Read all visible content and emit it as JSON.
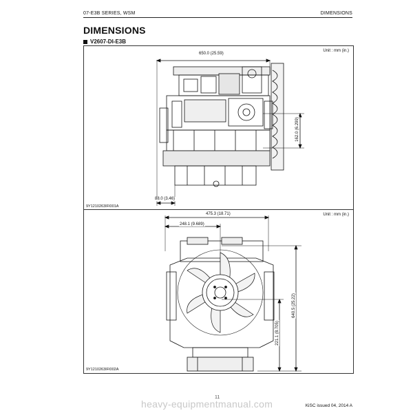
{
  "header": {
    "left": "07-E3B SERIES, WSM",
    "right": "DIMENSIONS"
  },
  "page": {
    "title": "DIMENSIONS",
    "subtitle": "V2607-DI-E3B"
  },
  "panel_side": {
    "unit": "Unit : mm (in.)",
    "dim_width": "650.0 (25.59)",
    "dim_height": "162.0 (6.299)",
    "dim_offset": "88.0 (3.46)",
    "figure_code": "9Y1210263IFI001A"
  },
  "panel_front": {
    "unit": "Unit : mm (in.)",
    "dim_width": "475.3 (18.71)",
    "dim_half": "248.1 (9.689)",
    "dim_height": "640.5 (25.22)",
    "dim_lower": "221.1 (8.705)",
    "figure_code": "9Y1210263IFI002A"
  },
  "footer": {
    "site": "heavy-equipmentmanual.com",
    "page_number": "11",
    "issue": "KiSC issued 04, 2014 A"
  }
}
